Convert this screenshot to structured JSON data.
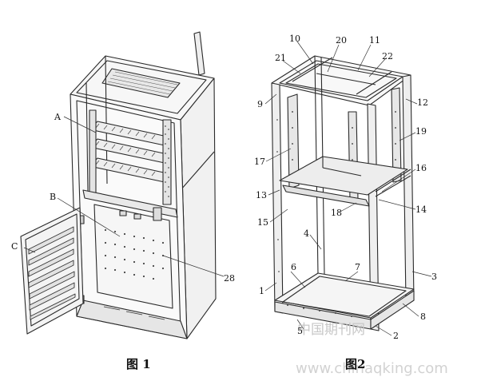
{
  "figure1": {
    "caption": "图 1",
    "labels": {
      "a": "A",
      "b": "B",
      "c": "C",
      "n28": "28"
    }
  },
  "figure2": {
    "caption": "图2",
    "labels": {
      "n1": "1",
      "n2": "2",
      "n3": "3",
      "n4": "4",
      "n5": "5",
      "n6": "6",
      "n7": "7",
      "n8": "8",
      "n9": "9",
      "n10": "10",
      "n11": "11",
      "n12": "12",
      "n13": "13",
      "n14": "14",
      "n15": "15",
      "n16": "16",
      "n17": "17",
      "n18": "18",
      "n19": "19",
      "n20": "20",
      "n21": "21",
      "n22": "22"
    }
  },
  "watermark": {
    "text_cn": "中国期刊网",
    "text_url": "www.chinaqking.com"
  },
  "colors": {
    "line": "#2a2a2a",
    "panel": "#f3f3f3",
    "shade": "#d9d9d9"
  }
}
